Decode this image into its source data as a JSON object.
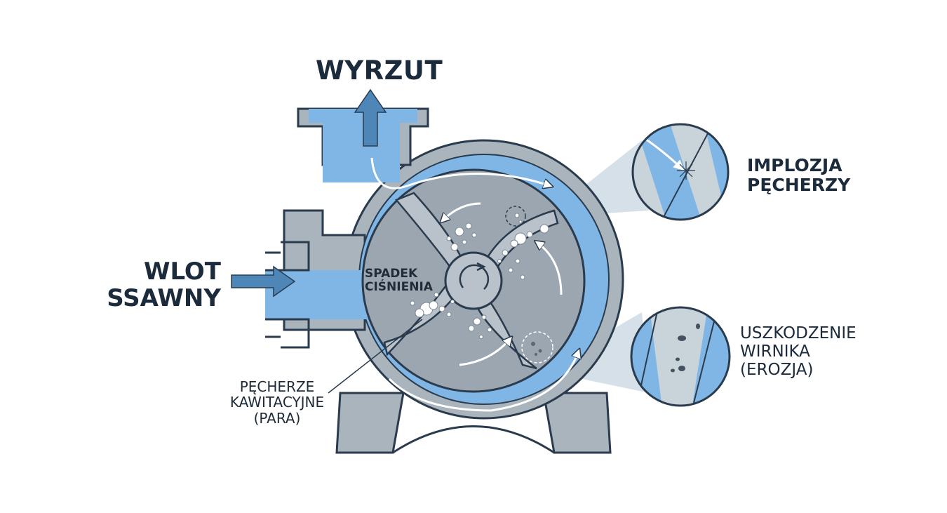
{
  "labels": {
    "discharge": "WYRZUT",
    "inlet_line1": "WLOT",
    "inlet_line2": "SSAWNY",
    "pressure_drop_line1": "SPADEK",
    "pressure_drop_line2": "CIŚNIENIA",
    "bubbles_line1": "PĘCHERZE",
    "bubbles_line2": "KAWITACYJNE",
    "bubbles_line3": "(PARA)",
    "implosion_line1": "IMPLOZJA",
    "implosion_line2": "PĘCHERZY",
    "damage_line1": "USZKODZENIE",
    "damage_line2": "WIRNIKA",
    "damage_line3": "(EROZJA)"
  },
  "colors": {
    "water": "#7fb6e6",
    "casing": "#a9b4bd",
    "impeller_disk": "#9ba6b0",
    "outline": "#2a3b4d",
    "arrow": "#4f86b8",
    "zoom_background": "#c9d3da"
  },
  "icons": [
    "discharge-arrow-icon",
    "inlet-arrow-icon",
    "rotation-arrow-icon",
    "flow-arrow-icon",
    "implosion-spark-icon",
    "erosion-pits-icon"
  ]
}
